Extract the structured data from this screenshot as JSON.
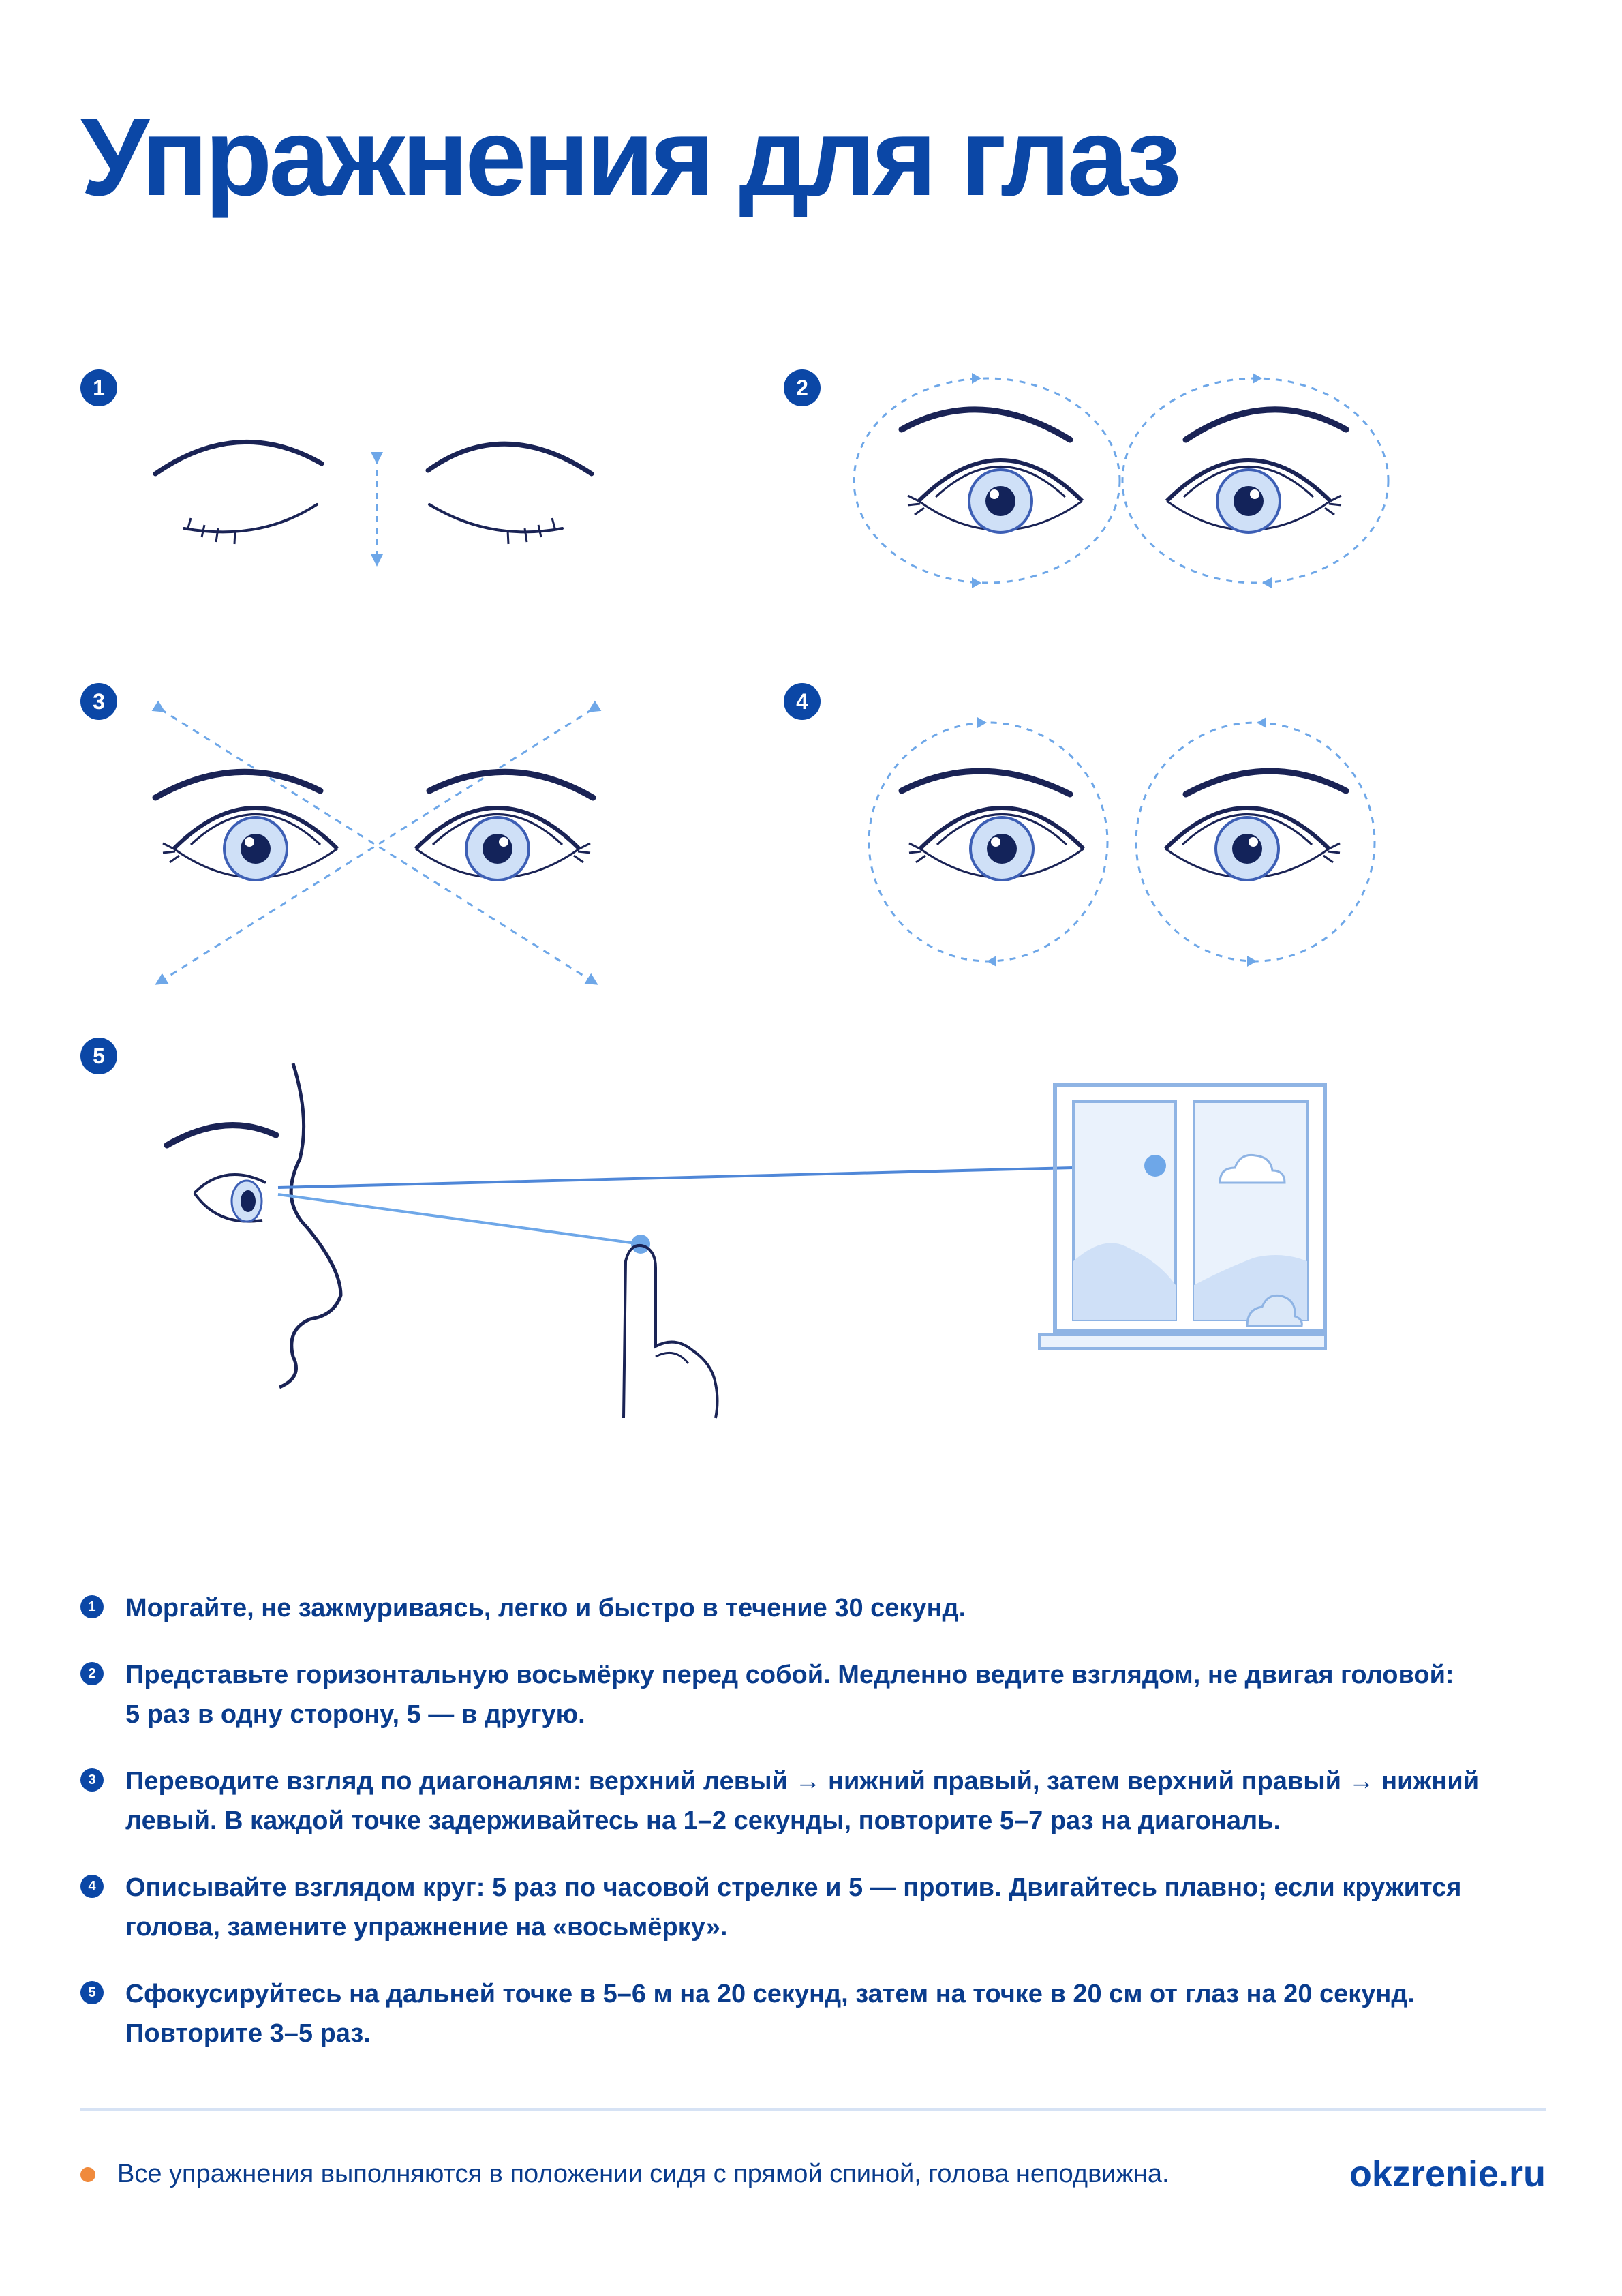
{
  "title": "Упражнения для глаз",
  "badges": [
    "1",
    "2",
    "3",
    "4",
    "5"
  ],
  "colors": {
    "brand": "#0b47a6",
    "accent_dot": "#f08a3c",
    "iris": "#cfe0f7",
    "guide": "#7fb0ea"
  },
  "instructions": [
    {
      "num": "1",
      "text": "Моргайте, не зажмуриваясь, легко и быстро в течение 30 секунд."
    },
    {
      "num": "2",
      "text": "Представьте горизонтальную восьмёрку перед собой. Медленно ведите взглядом, не двигая головой:\n5 раз в одну сторону, 5 — в другую."
    },
    {
      "num": "3",
      "text": "Переводите взгляд по диагоналям: верхний левый → нижний правый, затем верхний правый → нижний\nлевый. В каждой точке задерживайтесь на 1–2 секунды, повторите 5–7 раз на диагональ."
    },
    {
      "num": "4",
      "text": "Описывайте взглядом круг: 5 раз по часовой стрелке и 5 — против. Двигайтесь плавно; если кружится\nголова, замените упражнение на «восьмёрку»."
    },
    {
      "num": "5",
      "text": "Сфокусируйтесь на дальней точке в 5–6 м на 20 секунд, затем на точке в 20 см от глаз на 20 секунд.\nПовторите 3–5 раз."
    }
  ],
  "footer": {
    "note": "Все упражнения выполняются в положении сидя с прямой спиной, голова неподвижна.",
    "site": "okzrenie.ru"
  }
}
